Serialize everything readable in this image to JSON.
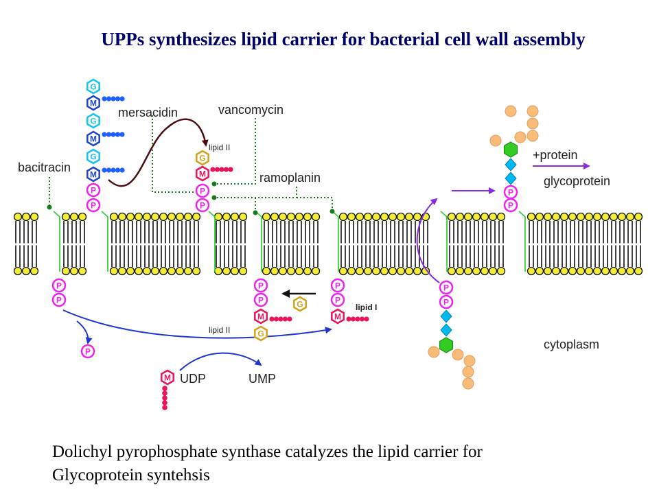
{
  "title": "UPPs synthesizes lipid carrier for bacterial cell wall assembly",
  "caption": {
    "line1": "Dolichyl pyrophosphate synthase catalyzes the lipid carrier for",
    "line2": "Glycoprotein syntehsis"
  },
  "labels": {
    "mersacidin": "mersacidin",
    "vancomycin": "vancomycin",
    "bacitracin": "bacitracin",
    "ramoplanin": "ramoplanin",
    "lipid_ii_top": "lipid II",
    "lipid_ii_bottom": "lipid II",
    "lipid_i": "lipid I",
    "udp": "UDP",
    "ump": "UMP",
    "protein": "+protein",
    "glycoprotein": "glycoprotein",
    "cytoplasm": "cytoplasm"
  },
  "glyphs": {
    "glcnac": "G",
    "murnac": "M",
    "phosphate": "P"
  },
  "colors": {
    "phosphate": "#ee22ee",
    "murnac": "#e8155a",
    "glcnac_gold": "#d4a21a",
    "glcnac_cyan": "#17c4f0",
    "murnac_blue": "#2244cc",
    "peptide_red": "#e8155a",
    "peptide_blue": "#1f5fff",
    "membrane_head": "#f2ee38",
    "linker": "#3bd13b",
    "inhibitor": "#1b7a1b",
    "arrow_blue": "#1e35d6",
    "arrow_purple": "#8a2be2",
    "arrow_dark": "#4a0c12",
    "hexagon_green": "#33cc22",
    "diamond_cyan": "#00b8f0",
    "sugar_orange": "#f8bc78"
  }
}
